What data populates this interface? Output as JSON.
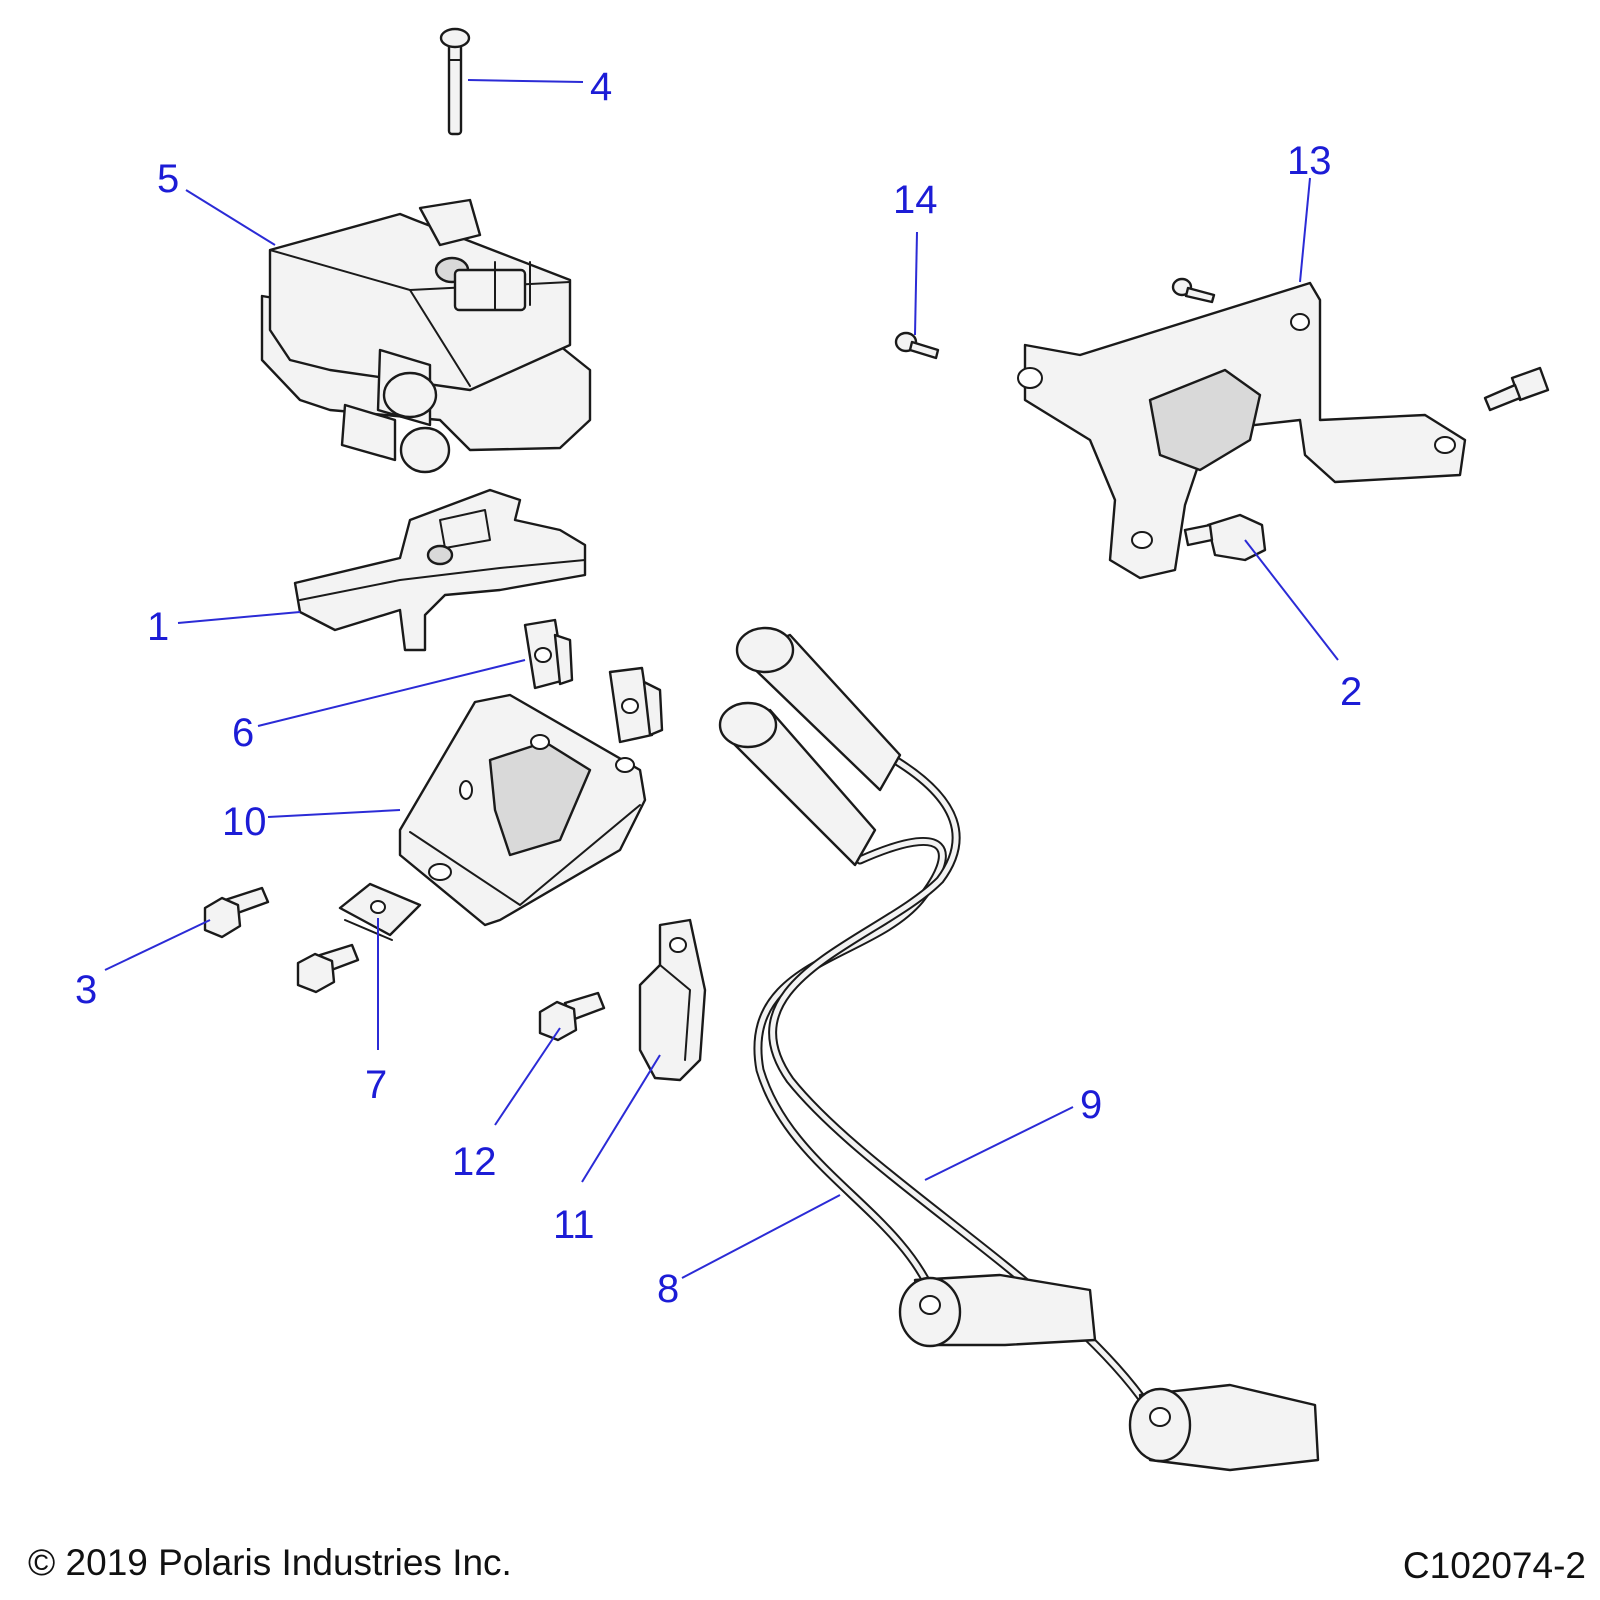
{
  "callouts": [
    {
      "id": "1",
      "label": "1"
    },
    {
      "id": "2",
      "label": "2"
    },
    {
      "id": "3",
      "label": "3"
    },
    {
      "id": "4",
      "label": "4"
    },
    {
      "id": "5",
      "label": "5"
    },
    {
      "id": "6",
      "label": "6"
    },
    {
      "id": "7",
      "label": "7"
    },
    {
      "id": "8",
      "label": "8"
    },
    {
      "id": "9",
      "label": "9"
    },
    {
      "id": "10",
      "label": "10"
    },
    {
      "id": "11",
      "label": "11"
    },
    {
      "id": "12",
      "label": "12"
    },
    {
      "id": "13",
      "label": "13"
    },
    {
      "id": "14",
      "label": "14"
    }
  ],
  "footer": {
    "copyright": "© 2019 Polaris Industries Inc.",
    "figure_id": "C102074-2"
  },
  "colors": {
    "callout": "#1c1cd6",
    "leader": "#2b2bd6",
    "outline": "#1a1a1a",
    "part_fill": "#f3f3f3"
  }
}
